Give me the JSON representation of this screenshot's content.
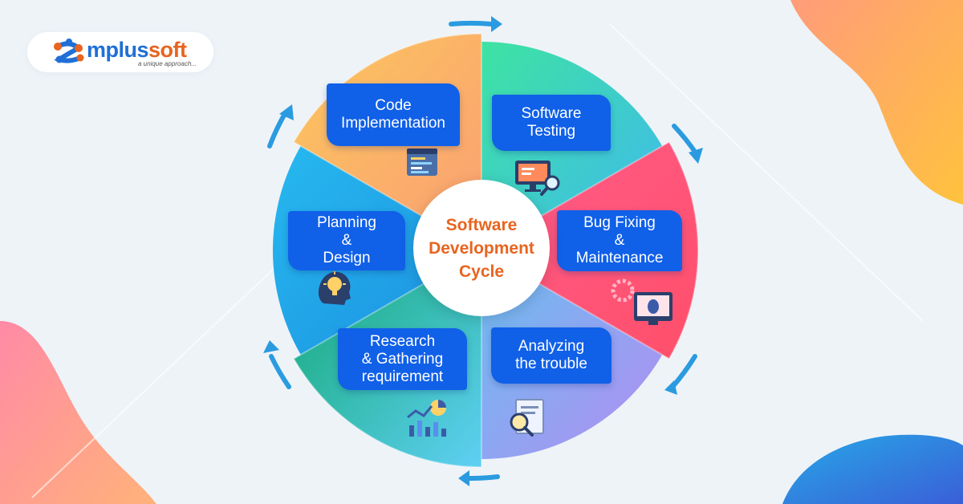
{
  "brand": {
    "name_part1": "mplus",
    "name_part2": "soft",
    "tagline": "a unique approach..."
  },
  "center_title": "Software\nDevelopment\nCycle",
  "stages": [
    {
      "lines": [
        "Code",
        "Implementation"
      ],
      "icon": "code-window-icon"
    },
    {
      "lines": [
        "Software",
        "Testing"
      ],
      "icon": "monitor-magnifier-icon"
    },
    {
      "lines": [
        "Bug Fixing",
        "&",
        "Maintenance"
      ],
      "icon": "bug-gear-monitor-icon"
    },
    {
      "lines": [
        "Analyzing",
        "the trouble"
      ],
      "icon": "document-search-icon"
    },
    {
      "lines": [
        "Research",
        "& Gathering",
        "requirement"
      ],
      "icon": "analytics-chart-icon"
    },
    {
      "lines": [
        "Planning",
        "&",
        "Design"
      ],
      "icon": "head-lightbulb-icon"
    }
  ],
  "colors": {
    "label_bg": "#1060e8",
    "center_text": "#e8641f",
    "arrow": "#2a9be0",
    "brand_blue": "#1f6fd6",
    "brand_orange": "#e8641f"
  }
}
